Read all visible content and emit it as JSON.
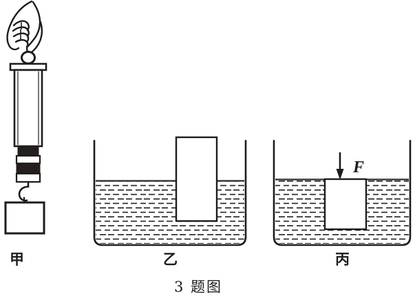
{
  "figure": {
    "caption": "3 题图",
    "background_color": "#ffffff",
    "ink_color": "#1c1c1c",
    "water_color": "#2b2b2b"
  },
  "panels": [
    {
      "id": "jia",
      "label": "甲",
      "description": "hand holding spring scale with suspended block",
      "parts": {
        "hand": "hand-holding-ring",
        "ring": "suspension-ring",
        "cap": "scale-cap-plate",
        "tube": "scale-tube-body",
        "bands": "scale-graduation-bands",
        "hook": "scale-hook",
        "block": "suspended-block"
      }
    },
    {
      "id": "yi",
      "label": "乙",
      "description": "block floating in beaker of water",
      "parts": {
        "beaker": "beaker-outline",
        "water": "water-fill",
        "waterline": "water-surface-line",
        "block": "floating-block"
      }
    },
    {
      "id": "bing",
      "label": "丙",
      "description": "block pushed fully under water by force F",
      "force_label": "F",
      "parts": {
        "beaker": "beaker-outline",
        "water": "water-fill",
        "waterline": "water-surface-line",
        "block": "submerged-block",
        "arrow": "downward-force-arrow"
      }
    }
  ]
}
